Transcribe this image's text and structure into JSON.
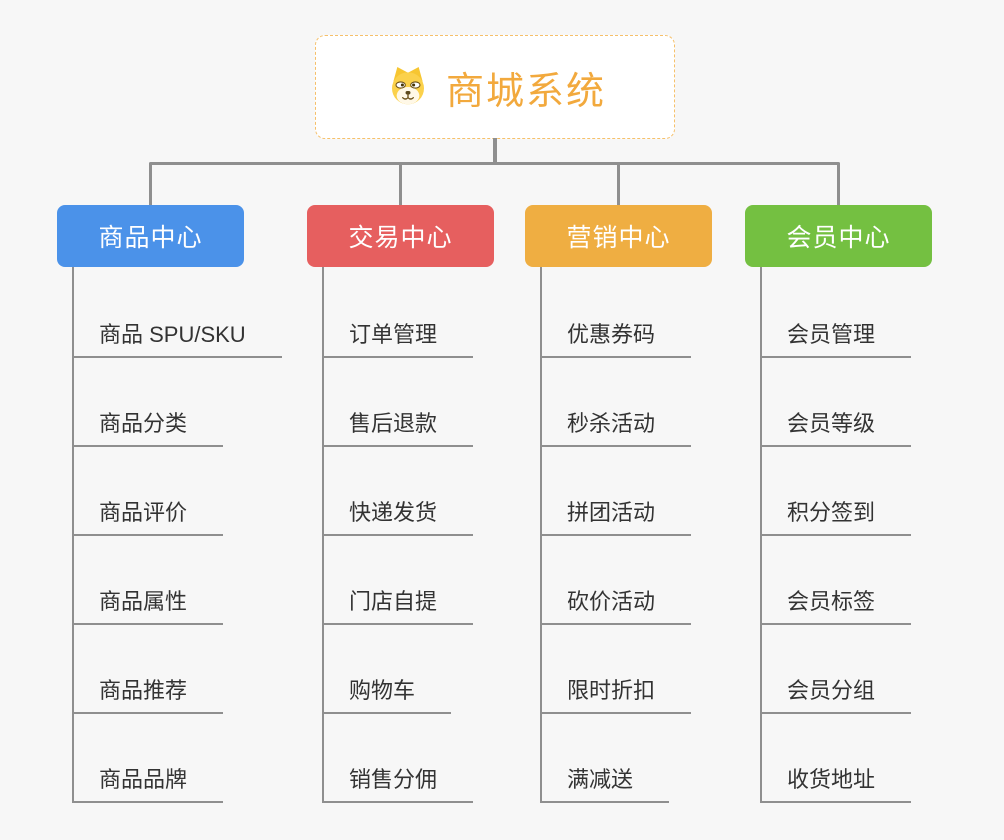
{
  "theme": {
    "page_bg": "#f7f7f7",
    "line_color": "#8f8f8f",
    "root_text": "#f2a93d",
    "root_border": "#f6c06a",
    "item_text": "#333333"
  },
  "root": {
    "title": "商城系统",
    "icon": "dog-face-icon"
  },
  "branches": [
    {
      "label": "商品中心",
      "color": "#4b92e9",
      "children": [
        "商品 SPU/SKU",
        "商品分类",
        "商品评价",
        "商品属性",
        "商品推荐",
        "商品品牌"
      ]
    },
    {
      "label": "交易中心",
      "color": "#e65f5f",
      "children": [
        "订单管理",
        "售后退款",
        "快递发货",
        "门店自提",
        "购物车",
        "销售分佣"
      ]
    },
    {
      "label": "营销中心",
      "color": "#efae42",
      "children": [
        "优惠券码",
        "秒杀活动",
        "拼团活动",
        "砍价活动",
        "限时折扣",
        "满减送"
      ]
    },
    {
      "label": "会员中心",
      "color": "#74c041",
      "children": [
        "会员管理",
        "会员等级",
        "积分签到",
        "会员标签",
        "会员分组",
        "收货地址"
      ]
    }
  ]
}
